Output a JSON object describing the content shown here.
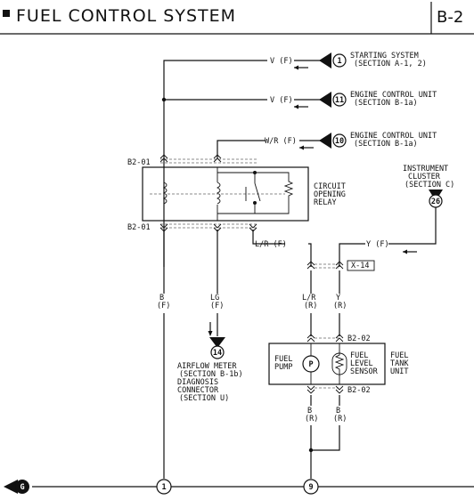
{
  "header": {
    "title": "FUEL CONTROL SYSTEM",
    "section": "B-2"
  },
  "connections": [
    {
      "id": "1",
      "wire": "V (F)",
      "line1": "STARTING SYSTEM",
      "line2": "(SECTION A-1, 2)"
    },
    {
      "id": "11",
      "wire": "V (F)",
      "line1": "ENGINE CONTROL UNIT",
      "line2": "(SECTION B-1a)"
    },
    {
      "id": "10",
      "wire": "W/R (F)",
      "line1": "ENGINE CONTROL UNIT",
      "line2": "(SECTION B-1a)"
    }
  ],
  "instrument_cluster": {
    "id": "26",
    "line1": "INSTRUMENT",
    "line2": "CLUSTER",
    "line3": "(SECTION C)",
    "wire": "Y (F)"
  },
  "relay": {
    "connector_top": "B2-01",
    "connector_bottom": "B2-01",
    "line1": "CIRCUIT",
    "line2": "OPENING",
    "line3": "RELAY"
  },
  "wires": {
    "lr_f": "L/R (F)",
    "x14": "X-14",
    "b_f": [
      "B",
      "(F)"
    ],
    "lg_f": [
      "LG",
      "(F)"
    ],
    "lr_r": [
      "L/R",
      "(R)"
    ],
    "y_r": [
      "Y",
      "(R)"
    ],
    "b_r1": [
      "B",
      "(R)"
    ],
    "b_r2": [
      "B",
      "(R)"
    ]
  },
  "airflow": {
    "id": "14",
    "lines": [
      "AIRFLOW METER",
      "(SECTION B-1b)",
      "DIAGNOSIS",
      "CONNECTOR",
      "(SECTION U)"
    ]
  },
  "fuel_unit": {
    "connector_top": "B2-02",
    "connector_bottom": "B2-02",
    "pump": [
      "FUEL",
      "PUMP"
    ],
    "pump_symbol": "P",
    "sensor": [
      "FUEL",
      "LEVEL",
      "SENSOR"
    ],
    "tank": [
      "FUEL",
      "TANK",
      "UNIT"
    ]
  },
  "grounds": {
    "main": "G",
    "g1": "1",
    "g9": "9"
  }
}
